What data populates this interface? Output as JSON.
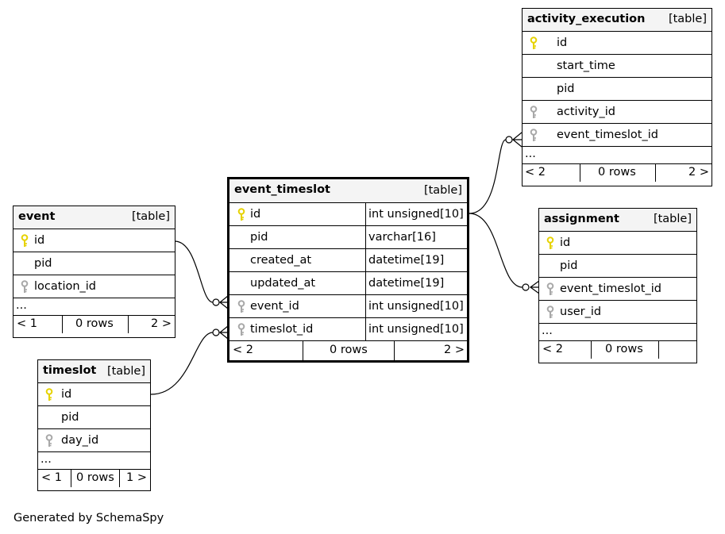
{
  "tables": {
    "activity_execution": {
      "name": "activity_execution",
      "tag": "[table]",
      "columns": [
        {
          "name": "id",
          "key": "primary"
        },
        {
          "name": "start_time",
          "key": "none"
        },
        {
          "name": "pid",
          "key": "none"
        },
        {
          "name": "activity_id",
          "key": "foreign"
        },
        {
          "name": "event_timeslot_id",
          "key": "foreign"
        }
      ],
      "more": "...",
      "footer": {
        "prev": "< 2",
        "rows": "0 rows",
        "next": "2 >"
      }
    },
    "event_timeslot": {
      "name": "event_timeslot",
      "tag": "[table]",
      "columns": [
        {
          "name": "id",
          "key": "primary",
          "type": "int unsigned[10]"
        },
        {
          "name": "pid",
          "key": "none",
          "type": "varchar[16]"
        },
        {
          "name": "created_at",
          "key": "none",
          "type": "datetime[19]"
        },
        {
          "name": "updated_at",
          "key": "none",
          "type": "datetime[19]"
        },
        {
          "name": "event_id",
          "key": "foreign",
          "type": "int unsigned[10]"
        },
        {
          "name": "timeslot_id",
          "key": "foreign",
          "type": "int unsigned[10]"
        }
      ],
      "footer": {
        "prev": "< 2",
        "rows": "0 rows",
        "next": "2 >"
      }
    },
    "event": {
      "name": "event",
      "tag": "[table]",
      "columns": [
        {
          "name": "id",
          "key": "primary"
        },
        {
          "name": "pid",
          "key": "none"
        },
        {
          "name": "location_id",
          "key": "foreign"
        }
      ],
      "more": "...",
      "footer": {
        "prev": "< 1",
        "rows": "0 rows",
        "next": "2 >"
      }
    },
    "assignment": {
      "name": "assignment",
      "tag": "[table]",
      "columns": [
        {
          "name": "id",
          "key": "primary"
        },
        {
          "name": "pid",
          "key": "none"
        },
        {
          "name": "event_timeslot_id",
          "key": "foreign"
        },
        {
          "name": "user_id",
          "key": "foreign"
        }
      ],
      "more": "...",
      "footer": {
        "prev": "< 2",
        "rows": "0 rows",
        "next": ""
      }
    },
    "timeslot": {
      "name": "timeslot",
      "tag": "[table]",
      "columns": [
        {
          "name": "id",
          "key": "primary"
        },
        {
          "name": "pid",
          "key": "none"
        },
        {
          "name": "day_id",
          "key": "foreign"
        }
      ],
      "more": "...",
      "footer": {
        "prev": "< 1",
        "rows": "0 rows",
        "next": "1 >"
      }
    }
  },
  "footer_text": "Generated by SchemaSpy",
  "colors": {
    "primary_key": "#e6d200",
    "foreign_key": "#a8a8a8",
    "header_bg": "#f4f4f4",
    "line": "#000000"
  }
}
